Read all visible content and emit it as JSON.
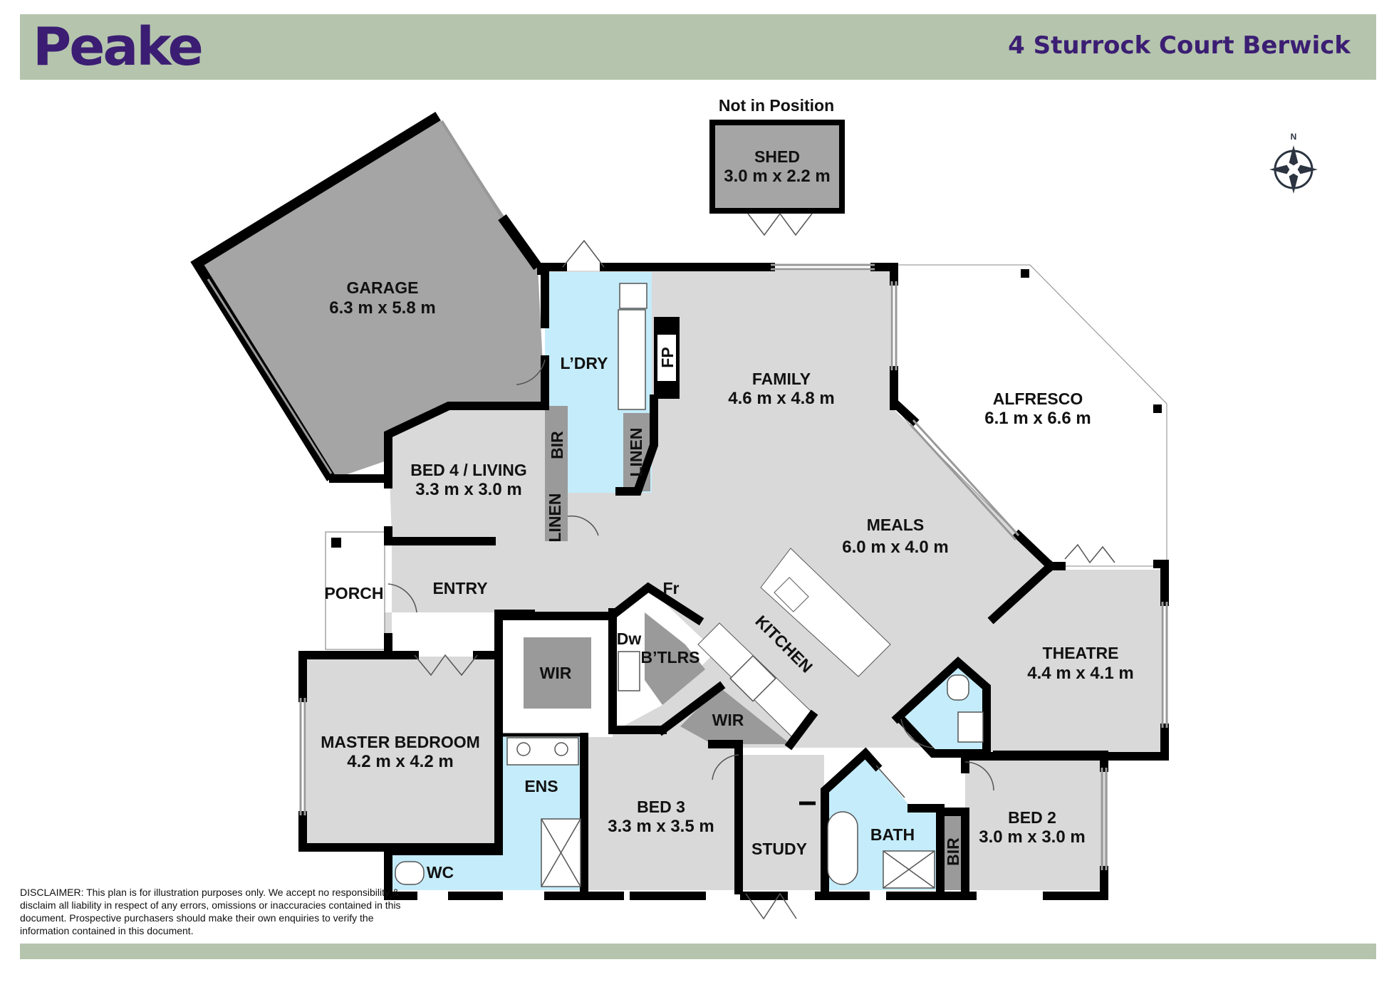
{
  "header": {
    "brand": "Peake",
    "address": "4 Sturrock Court Berwick"
  },
  "shed_note": "Not in Position",
  "compass": {
    "north": "N"
  },
  "rooms": {
    "garage": {
      "name": "GARAGE",
      "dim": "6.3 m x 5.8 m"
    },
    "shed": {
      "name": "SHED",
      "dim": "3.0 m x 2.2 m"
    },
    "laundry": {
      "name": "L’DRY"
    },
    "fp": {
      "name": "FP"
    },
    "family": {
      "name": "FAMILY",
      "dim": "4.6 m x 4.8 m"
    },
    "alfresco": {
      "name": "ALFRESCO",
      "dim": "6.1 m x 6.6 m"
    },
    "bed4": {
      "name": "BED 4 / LIVING",
      "dim": "3.3 m x 3.0 m"
    },
    "bir_bed4": {
      "name": "BIR"
    },
    "linen_1": {
      "name": "LINEN"
    },
    "linen_2": {
      "name": "LINEN"
    },
    "meals": {
      "name": "MEALS",
      "dim": "6.0 m x 4.0 m"
    },
    "porch": {
      "name": "PORCH"
    },
    "entry": {
      "name": "ENTRY"
    },
    "fr": {
      "name": "Fr"
    },
    "dw": {
      "name": "Dw"
    },
    "butlers": {
      "name": "B’TLRS"
    },
    "kitchen": {
      "name": "KITCHEN"
    },
    "wir_master": {
      "name": "WIR"
    },
    "wir_bed3": {
      "name": "WIR"
    },
    "theatre": {
      "name": "THEATRE",
      "dim": "4.4 m x 4.1 m"
    },
    "master": {
      "name": "MASTER BEDROOM",
      "dim": "4.2 m x 4.2 m"
    },
    "ens": {
      "name": "ENS"
    },
    "wc": {
      "name": "WC"
    },
    "bed3": {
      "name": "BED 3",
      "dim": "3.3 m x 3.5 m"
    },
    "study": {
      "name": "STUDY"
    },
    "bath": {
      "name": "BATH"
    },
    "bir_bed2": {
      "name": "BIR"
    },
    "bed2": {
      "name": "BED 2",
      "dim": "3.0 m x 3.0 m"
    }
  },
  "disclaimer": "DISCLAIMER: This plan is for illustration purposes only. We accept no responsibility & disclaim all liability in respect of any errors, omissions or inaccuracies contained in this document. Prospective purchasers should make their own enquiries to verify the information contained in this document.",
  "colors": {
    "brand": "#3b1e73",
    "band": "#b5c5ad",
    "room": "#d9d9d9",
    "wet": "#c5ecfa",
    "garage": "#a5a5a5",
    "robe": "#9a9a9a",
    "wall": "#000000"
  }
}
